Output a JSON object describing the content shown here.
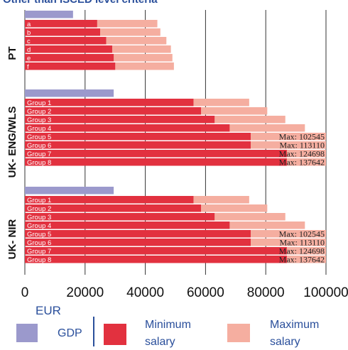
{
  "title": "Other than ISCED level criteria",
  "x_unit": "EUR",
  "colors": {
    "gdp": "#9b99cc",
    "min": "#e2313f",
    "max": "#f5aea0",
    "text": "#2a4f9b"
  },
  "legend": {
    "gdp": "GDP",
    "min_line1": "Minimum",
    "min_line2": "salary",
    "max_line1": "Maximum",
    "max_line2": "salary"
  },
  "chart_data": {
    "type": "bar",
    "orientation": "horizontal",
    "stacked": "overlay",
    "xlim": [
      0,
      100000
    ],
    "xticks": [
      "0",
      "20000",
      "40000",
      "60000",
      "80000",
      "100000"
    ],
    "xtick_values": [
      0,
      20000,
      40000,
      60000,
      80000,
      100000
    ],
    "grid": true,
    "legend_position": "bottom",
    "groups": [
      {
        "label": "PT",
        "gdp": 16000,
        "bars": [
          {
            "label": "a",
            "min": 24000,
            "max": 44000,
            "max_label": ""
          },
          {
            "label": "b",
            "min": 25000,
            "max": 45000,
            "max_label": ""
          },
          {
            "label": "c",
            "min": 27000,
            "max": 47000,
            "max_label": ""
          },
          {
            "label": "d",
            "min": 29000,
            "max": 48500,
            "max_label": ""
          },
          {
            "label": "e",
            "min": 29500,
            "max": 49000,
            "max_label": ""
          },
          {
            "label": "f",
            "min": 30000,
            "max": 49500,
            "max_label": ""
          }
        ]
      },
      {
        "label": "UK- ENG/WLS",
        "gdp": 29500,
        "bars": [
          {
            "label": "Group 1",
            "min": 56000,
            "max": 74500,
            "max_label": ""
          },
          {
            "label": "Group 2",
            "min": 58500,
            "max": 80500,
            "max_label": ""
          },
          {
            "label": "Group 3",
            "min": 63000,
            "max": 86500,
            "max_label": ""
          },
          {
            "label": "Group 4",
            "min": 68000,
            "max": 93000,
            "max_label": ""
          },
          {
            "label": "Group 5",
            "min": 75000,
            "max": 102545,
            "max_label": "Max: 102545"
          },
          {
            "label": "Group 6",
            "min": 75000,
            "max": 113110,
            "max_label": "Max: 113110"
          },
          {
            "label": "Group 7",
            "min": 87000,
            "max": 124698,
            "max_label": "Max: 124698"
          },
          {
            "label": "Group 8",
            "min": 87000,
            "max": 137642,
            "max_label": "Max: 137642"
          }
        ]
      },
      {
        "label": "UK- NIR",
        "gdp": 29500,
        "bars": [
          {
            "label": "Group 1",
            "min": 56000,
            "max": 74500,
            "max_label": ""
          },
          {
            "label": "Group 2",
            "min": 58500,
            "max": 80500,
            "max_label": ""
          },
          {
            "label": "Group 3",
            "min": 63000,
            "max": 86500,
            "max_label": ""
          },
          {
            "label": "Group 4",
            "min": 68000,
            "max": 93000,
            "max_label": ""
          },
          {
            "label": "Group 5",
            "min": 75000,
            "max": 102545,
            "max_label": "Max: 102545"
          },
          {
            "label": "Group 6",
            "min": 75000,
            "max": 113110,
            "max_label": "Max: 113110"
          },
          {
            "label": "Group 7",
            "min": 87000,
            "max": 124698,
            "max_label": "Max: 124698"
          },
          {
            "label": "Group 8",
            "min": 87000,
            "max": 137642,
            "max_label": "Max: 137642"
          }
        ]
      }
    ]
  }
}
